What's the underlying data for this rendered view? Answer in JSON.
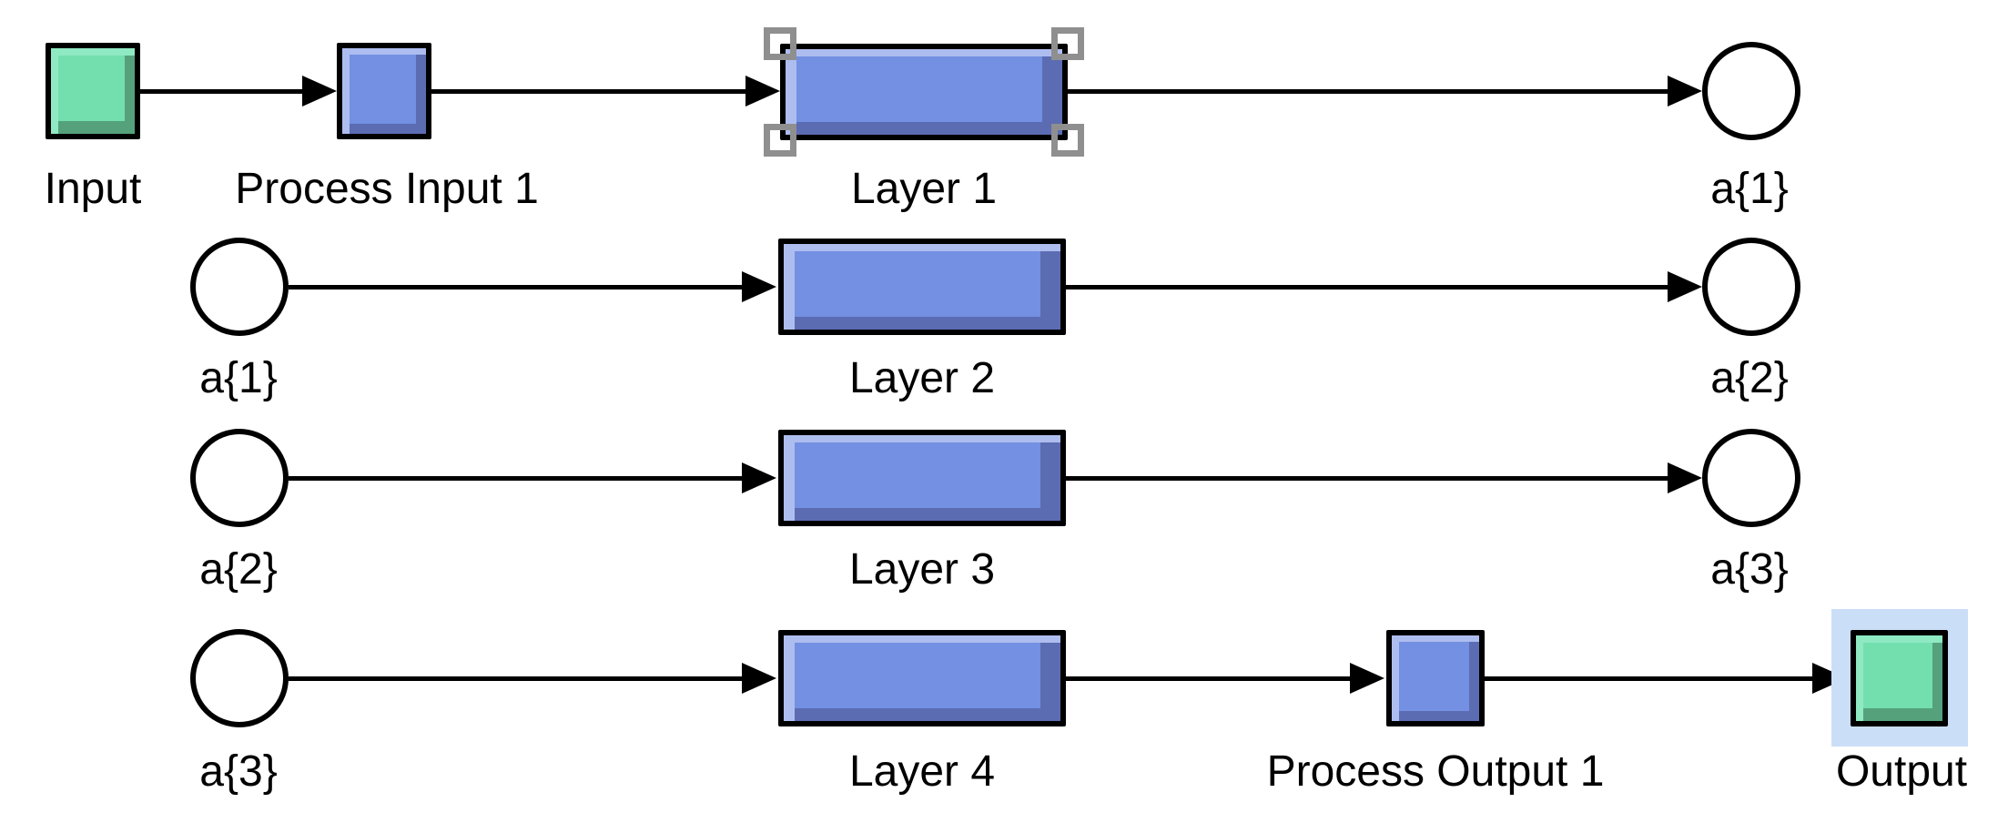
{
  "diagram": {
    "kind": "simulink-neural-network-block-diagram",
    "rows": [
      {
        "blocks": [
          {
            "id": "input",
            "kind": "inport",
            "label": "Input"
          },
          {
            "id": "process-input-1",
            "kind": "subsystem",
            "label": "Process Input 1"
          },
          {
            "id": "layer-1",
            "kind": "subsystem",
            "label": "Layer 1",
            "selected": true
          },
          {
            "id": "a1-terminator",
            "kind": "connector",
            "label": "a{1}"
          }
        ]
      },
      {
        "blocks": [
          {
            "id": "a1-source",
            "kind": "connector",
            "label": "a{1}"
          },
          {
            "id": "layer-2",
            "kind": "subsystem",
            "label": "Layer 2"
          },
          {
            "id": "a2-terminator",
            "kind": "connector",
            "label": "a{2}"
          }
        ]
      },
      {
        "blocks": [
          {
            "id": "a2-source",
            "kind": "connector",
            "label": "a{2}"
          },
          {
            "id": "layer-3",
            "kind": "subsystem",
            "label": "Layer 3"
          },
          {
            "id": "a3-terminator",
            "kind": "connector",
            "label": "a{3}"
          }
        ]
      },
      {
        "blocks": [
          {
            "id": "a3-source",
            "kind": "connector",
            "label": "a{3}"
          },
          {
            "id": "layer-4",
            "kind": "subsystem",
            "label": "Layer 4"
          },
          {
            "id": "process-output-1",
            "kind": "subsystem",
            "label": "Process Output 1"
          },
          {
            "id": "output",
            "kind": "outport",
            "label": "Output",
            "highlighted": true
          }
        ]
      }
    ],
    "connections": [
      {
        "from": "input",
        "to": "process-input-1"
      },
      {
        "from": "process-input-1",
        "to": "layer-1"
      },
      {
        "from": "layer-1",
        "to": "a1-terminator"
      },
      {
        "from": "a1-source",
        "to": "layer-2"
      },
      {
        "from": "layer-2",
        "to": "a2-terminator"
      },
      {
        "from": "a2-source",
        "to": "layer-3"
      },
      {
        "from": "layer-3",
        "to": "a3-terminator"
      },
      {
        "from": "a3-source",
        "to": "layer-4"
      },
      {
        "from": "layer-4",
        "to": "process-output-1"
      },
      {
        "from": "process-output-1",
        "to": "output"
      }
    ]
  },
  "colors": {
    "canvas_white": "#ffffff",
    "block_blue": "#7390e2",
    "block_blue_light": "#aebdef",
    "block_blue_dark": "#5b6cb3",
    "block_green": "#73dfae",
    "block_green_light": "#8fe9c3",
    "block_green_dark": "#55a17c",
    "selection_highlight": "#cbdef8",
    "handle_gray": "#8f8f8f",
    "wire_black": "#000000"
  }
}
